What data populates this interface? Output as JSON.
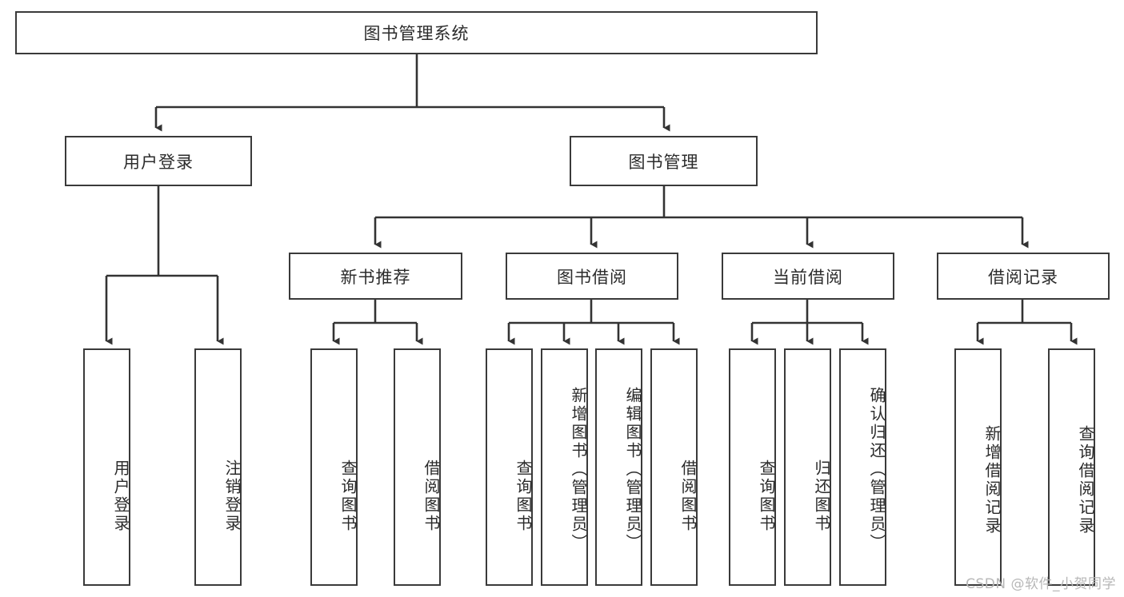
{
  "diagram": {
    "type": "tree-hierarchy",
    "title": "图书管理系统",
    "watermark": "CSDN @软件_小贺同学",
    "colors": {
      "box_border": "#3a3a3a",
      "box_fill": "#ffffff",
      "connector": "#333333",
      "text": "#2b2b2b",
      "watermark": "#b7b7b7"
    },
    "root": {
      "label": "图书管理系统",
      "orientation": "horizontal"
    },
    "level2": [
      {
        "label": "用户登录",
        "orientation": "horizontal"
      },
      {
        "label": "图书管理",
        "orientation": "horizontal"
      }
    ],
    "level3": [
      {
        "label": "新书推荐",
        "orientation": "horizontal"
      },
      {
        "label": "图书借阅",
        "orientation": "horizontal"
      },
      {
        "label": "当前借阅",
        "orientation": "horizontal"
      },
      {
        "label": "借阅记录",
        "orientation": "horizontal"
      }
    ],
    "leaves": [
      {
        "label": "用户登录",
        "parent": "用户登录"
      },
      {
        "label": "注销登录",
        "parent": "用户登录"
      },
      {
        "label": "查询图书",
        "parent": "新书推荐"
      },
      {
        "label": "借阅图书",
        "parent": "新书推荐"
      },
      {
        "label": "查询图书",
        "parent": "图书借阅"
      },
      {
        "label": "新增图书（管理员）",
        "parent": "图书借阅"
      },
      {
        "label": "编辑图书（管理员）",
        "parent": "图书借阅"
      },
      {
        "label": "借阅图书",
        "parent": "图书借阅"
      },
      {
        "label": "查询图书",
        "parent": "当前借阅"
      },
      {
        "label": "归还图书",
        "parent": "当前借阅"
      },
      {
        "label": "确认归还（管理员）",
        "parent": "当前借阅"
      },
      {
        "label": "新增借阅记录",
        "parent": "借阅记录"
      },
      {
        "label": "查询借阅记录",
        "parent": "借阅记录"
      }
    ]
  }
}
